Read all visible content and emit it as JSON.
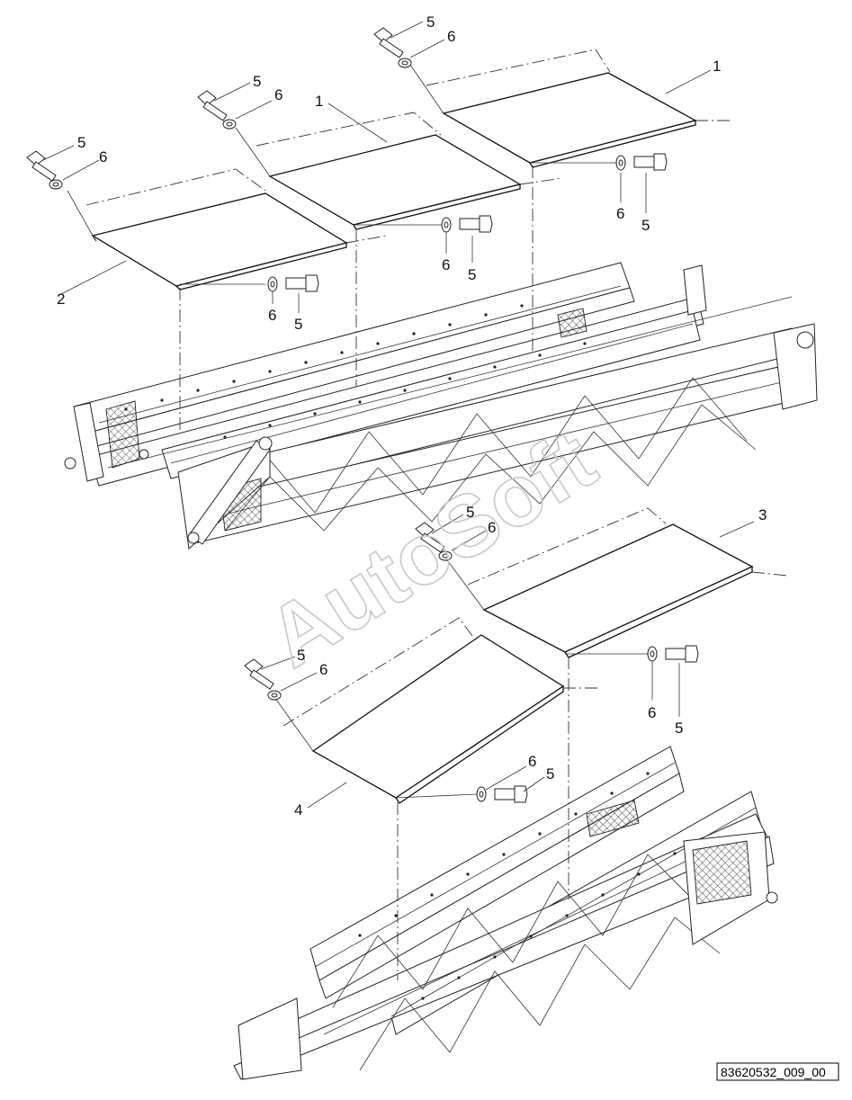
{
  "diagram": {
    "reference_code": "83620532_009_00",
    "watermark": "AutoSoft",
    "callouts": [
      "1",
      "2",
      "3",
      "4",
      "5",
      "6"
    ]
  }
}
